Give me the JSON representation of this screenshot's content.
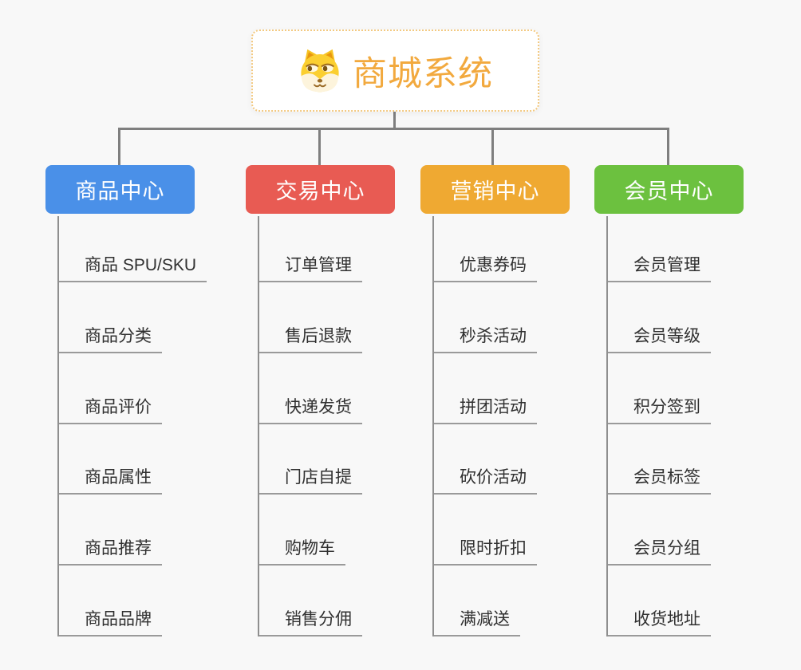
{
  "diagram": {
    "type": "mindmap-tree",
    "root": {
      "title": "商城系统",
      "icon": "dog-face-icon"
    },
    "branches": [
      {
        "label": "商品中心",
        "color": "#4a90e8",
        "children": [
          "商品 SPU/SKU",
          "商品分类",
          "商品评价",
          "商品属性",
          "商品推荐",
          "商品品牌"
        ]
      },
      {
        "label": "交易中心",
        "color": "#e85b53",
        "children": [
          "订单管理",
          "售后退款",
          "快递发货",
          "门店自提",
          "购物车",
          "销售分佣"
        ]
      },
      {
        "label": "营销中心",
        "color": "#efa932",
        "children": [
          "优惠券码",
          "秒杀活动",
          "拼团活动",
          "砍价活动",
          "限时折扣",
          "满减送"
        ]
      },
      {
        "label": "会员中心",
        "color": "#6cc13f",
        "children": [
          "会员管理",
          "会员等级",
          "积分签到",
          "会员标签",
          "会员分组",
          "收货地址"
        ]
      }
    ],
    "colors": {
      "background": "#f8f8f8",
      "root_border": "#f3c981",
      "root_text": "#f2a93e",
      "connector_line": "#7f7f7f",
      "child_line": "#8f8f8f",
      "child_underline": "#9a9a9a",
      "child_text": "#303030",
      "branch_text": "#ffffff"
    }
  }
}
